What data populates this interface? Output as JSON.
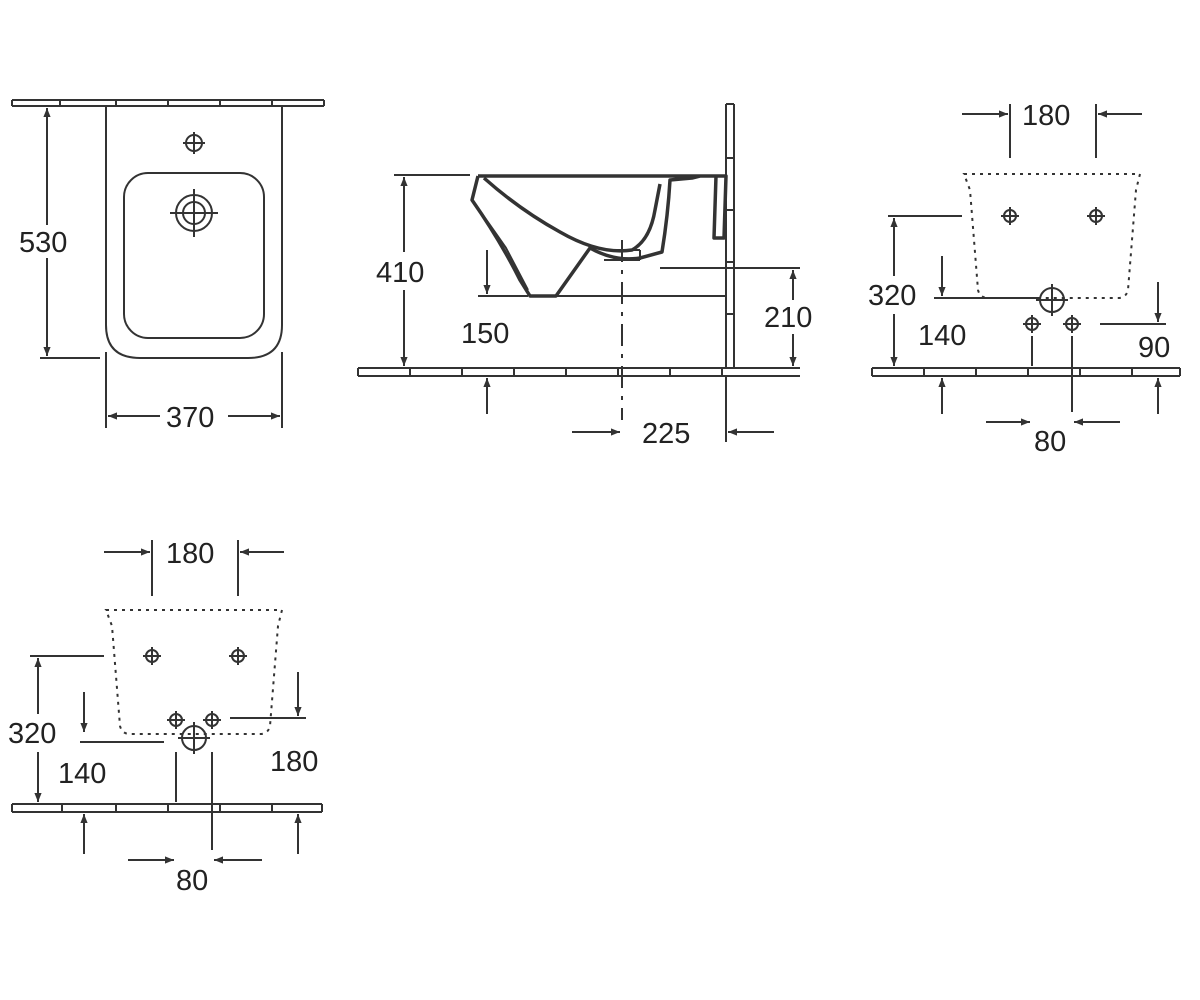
{
  "views": {
    "top_view": {
      "height": "530",
      "width": "370"
    },
    "side_view": {
      "height": "410",
      "rim_depth": "150",
      "fixing_height": "210",
      "wall_offset": "225"
    },
    "connections_view_1": {
      "spacing_top": "180",
      "fixing_height": "320",
      "supply_height": "140",
      "waste_height": "90",
      "supply_spacing": "80"
    },
    "connections_view_2": {
      "spacing_top": "180",
      "fixing_height": "320",
      "supply_height": "140",
      "waste_height": "180",
      "supply_spacing": "80"
    }
  }
}
